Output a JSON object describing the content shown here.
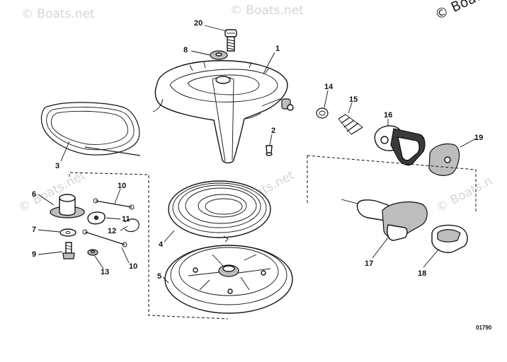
{
  "watermark": {
    "text_1": "© Boats.net",
    "text_2": "© Boats.net",
    "text_3": "© Boats.net",
    "text_4": "© Boats.net",
    "corner_text": "© Boate"
  },
  "drawing_number": "01790",
  "callouts": {
    "c1": "1",
    "c2": "2",
    "c3": "3",
    "c4": "4",
    "c5": "5",
    "c6": "6",
    "c7": "7",
    "c8": "8",
    "c9": "9",
    "c10a": "10",
    "c10b": "10",
    "c11": "11",
    "c12": "12",
    "c13": "13",
    "c14": "14",
    "c15": "15",
    "c16": "16",
    "c17": "17",
    "c18": "18",
    "c19": "19",
    "c20": "20"
  }
}
